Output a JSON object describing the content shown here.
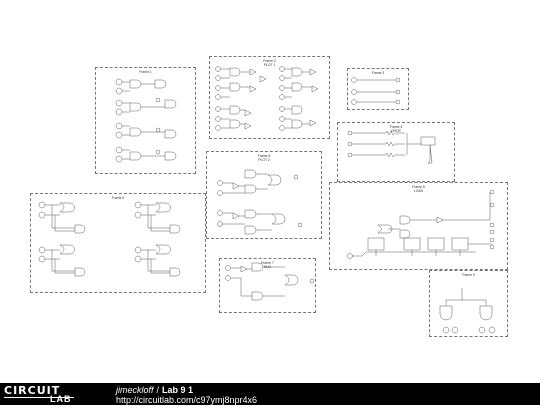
{
  "frames": [
    {
      "id": "f1",
      "title": "Frame 1"
    },
    {
      "id": "f2",
      "title": "Frame 2\nPLOT 1"
    },
    {
      "id": "f3",
      "title": "Frame 3"
    },
    {
      "id": "f4",
      "title": "Frame 4\nDROP"
    },
    {
      "id": "f5",
      "title": "Frame 5"
    },
    {
      "id": "f6",
      "title": "Frame 6\nPLOT 2"
    },
    {
      "id": "f7",
      "title": "Frame 7\nMUX"
    },
    {
      "id": "f8",
      "title": "Frame 8\nLOAD"
    },
    {
      "id": "f9",
      "title": "Frame 9"
    }
  ],
  "footer": {
    "logo_top": "CIRCUIT",
    "logo_bottom": "LAB",
    "user": "jimeckloff",
    "separator": "/",
    "title": "Lab 9 1",
    "url": "http://circuitlab.com/c97ymj8npr4x6"
  }
}
